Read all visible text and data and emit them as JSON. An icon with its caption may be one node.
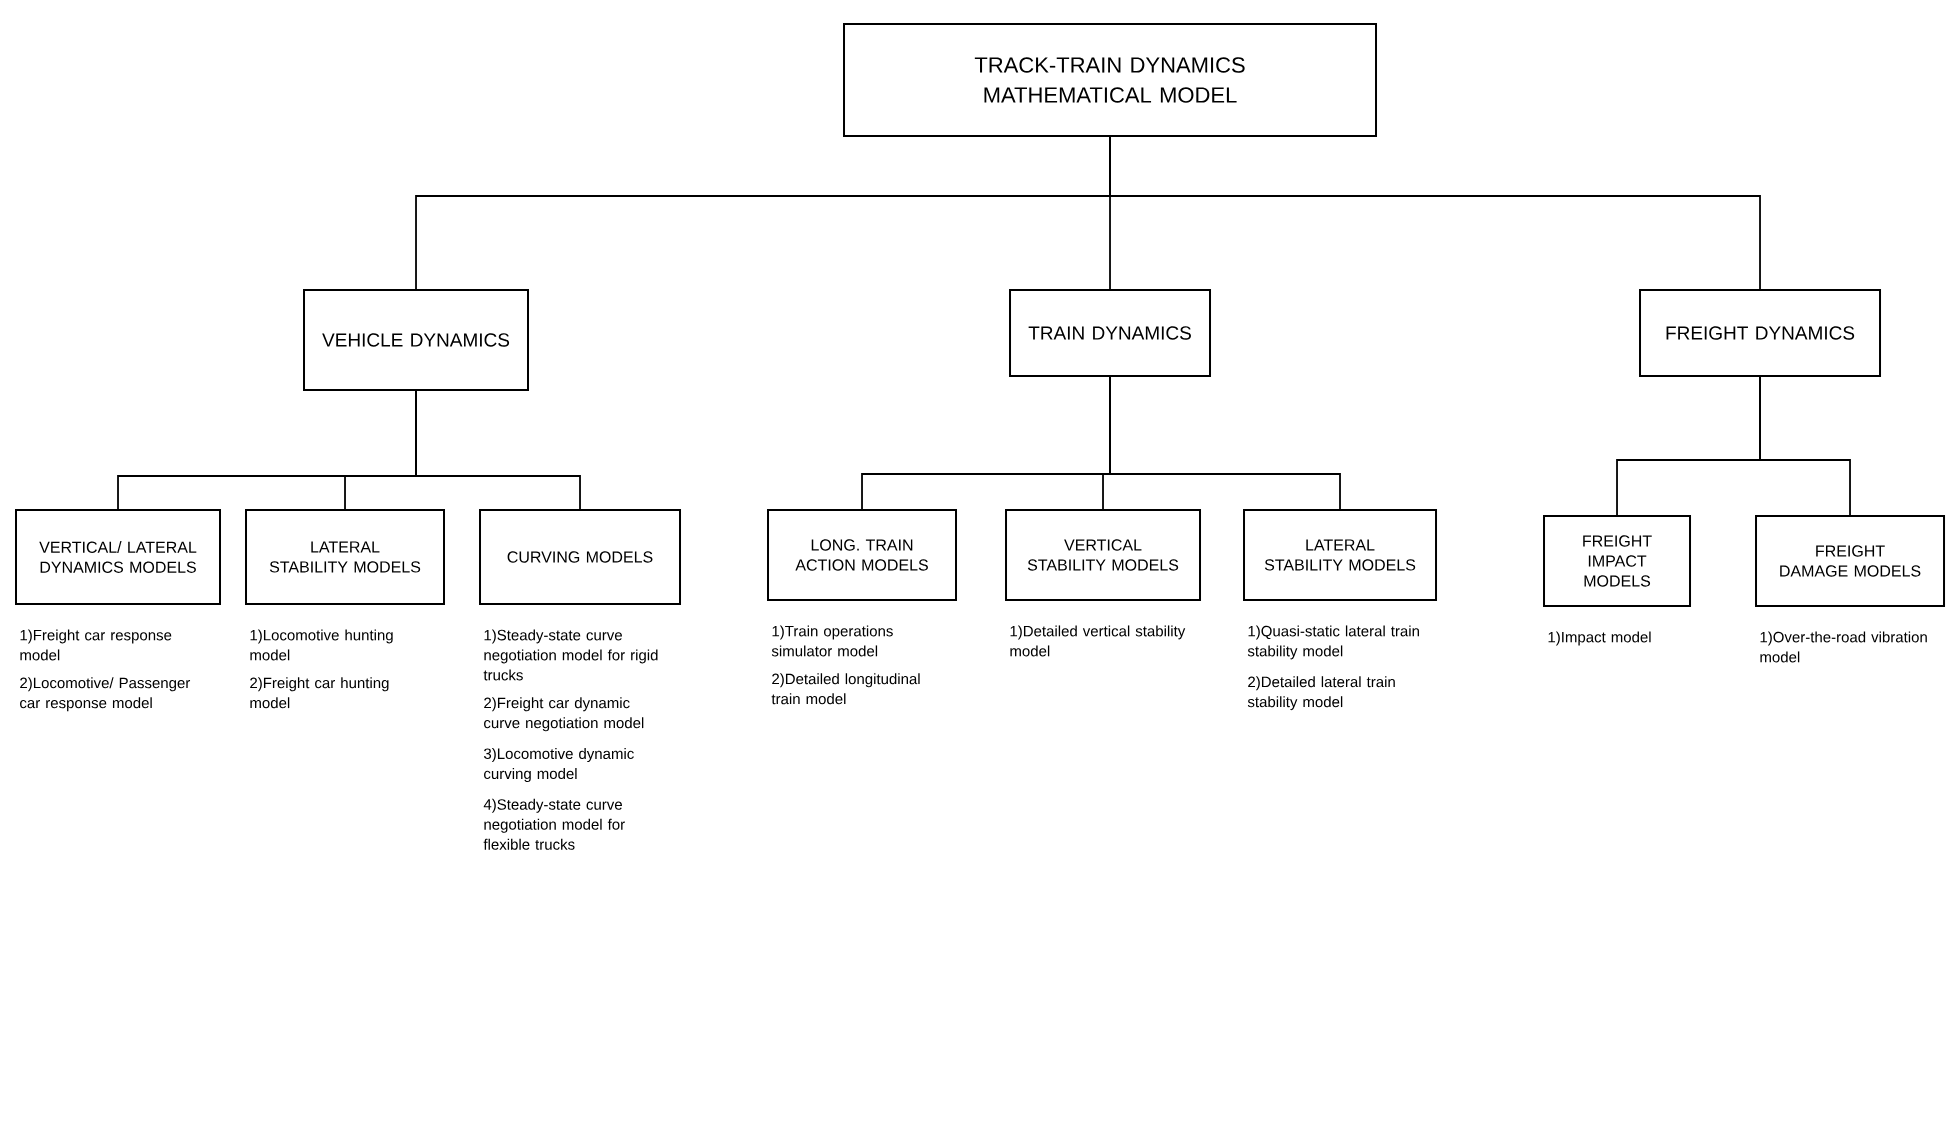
{
  "diagram": {
    "nodes": [
      {
        "text": [
          "TRACK-TRAIN DYNAMICS MATHEMATICAL MODEL"
        ]
      },
      {
        "text": [
          "VEHICLE DYNAMICS"
        ]
      },
      {
        "text": [
          "TRAIN DYNAMICS"
        ]
      },
      {
        "text": [
          "FREIGHT DYNAMICS"
        ]
      },
      {
        "text": [
          "VERTICAL/ LATERAL DYNAMICS MODELS"
        ],
        "beside": [
          "1)Freight car response model",
          "2)Locomotive/ Passenger car response model"
        ]
      },
      {
        "text": [
          "LATERAL STABILITY MODELS"
        ],
        "beside": [
          "1)Locomotive hunting model",
          "2)Freight car hunting model"
        ]
      },
      {
        "text": [
          "CURVING MODELS"
        ],
        "beside": [
          "1)Steady-state curve negotiation model for rigid trucks",
          "2)Freight car dynamic curve negotiation model",
          "3)Locomotive dynamic curving model",
          "4)Steady-state curve negotiation model for flexible trucks"
        ]
      },
      {
        "text": [
          "LONG. TRAIN ACTION MODELS"
        ],
        "beside": [
          "1)Train operations simulator model",
          "2)Detailed longitudinal train model"
        ]
      },
      {
        "text": [
          "VERTICAL STABILITY MODELS"
        ],
        "beside": [
          "1)Detailed vertical stability model"
        ]
      },
      {
        "text": [
          "LATERAL STABILITY MODELS"
        ],
        "beside": [
          "1)Quasi-static lateral train stability model",
          "2)Detailed lateral train stability model"
        ]
      },
      {
        "text": [
          "FREIGHT IMPACT MODELS"
        ],
        "beside": [
          "1)Impact model"
        ]
      },
      {
        "text": [
          "FREIGHT DAMAGE MODELS"
        ],
        "beside": [
          "1)Over-the-road vibration model"
        ]
      }
    ],
    "edges": [
      {
        "from": 0,
        "to": 1,
        "arrow": "none"
      },
      {
        "from": 0,
        "to": 2,
        "arrow": "none"
      },
      {
        "from": 0,
        "to": 3,
        "arrow": "none"
      },
      {
        "from": 1,
        "to": 4,
        "arrow": "none"
      },
      {
        "from": 1,
        "to": 5,
        "arrow": "none"
      },
      {
        "from": 1,
        "to": 6,
        "arrow": "none"
      },
      {
        "from": 2,
        "to": 7,
        "arrow": "none"
      },
      {
        "from": 2,
        "to": 8,
        "arrow": "none"
      },
      {
        "from": 2,
        "to": 9,
        "arrow": "none"
      },
      {
        "from": 3,
        "to": 10,
        "arrow": "none"
      },
      {
        "from": 3,
        "to": 11,
        "arrow": "none"
      }
    ]
  }
}
